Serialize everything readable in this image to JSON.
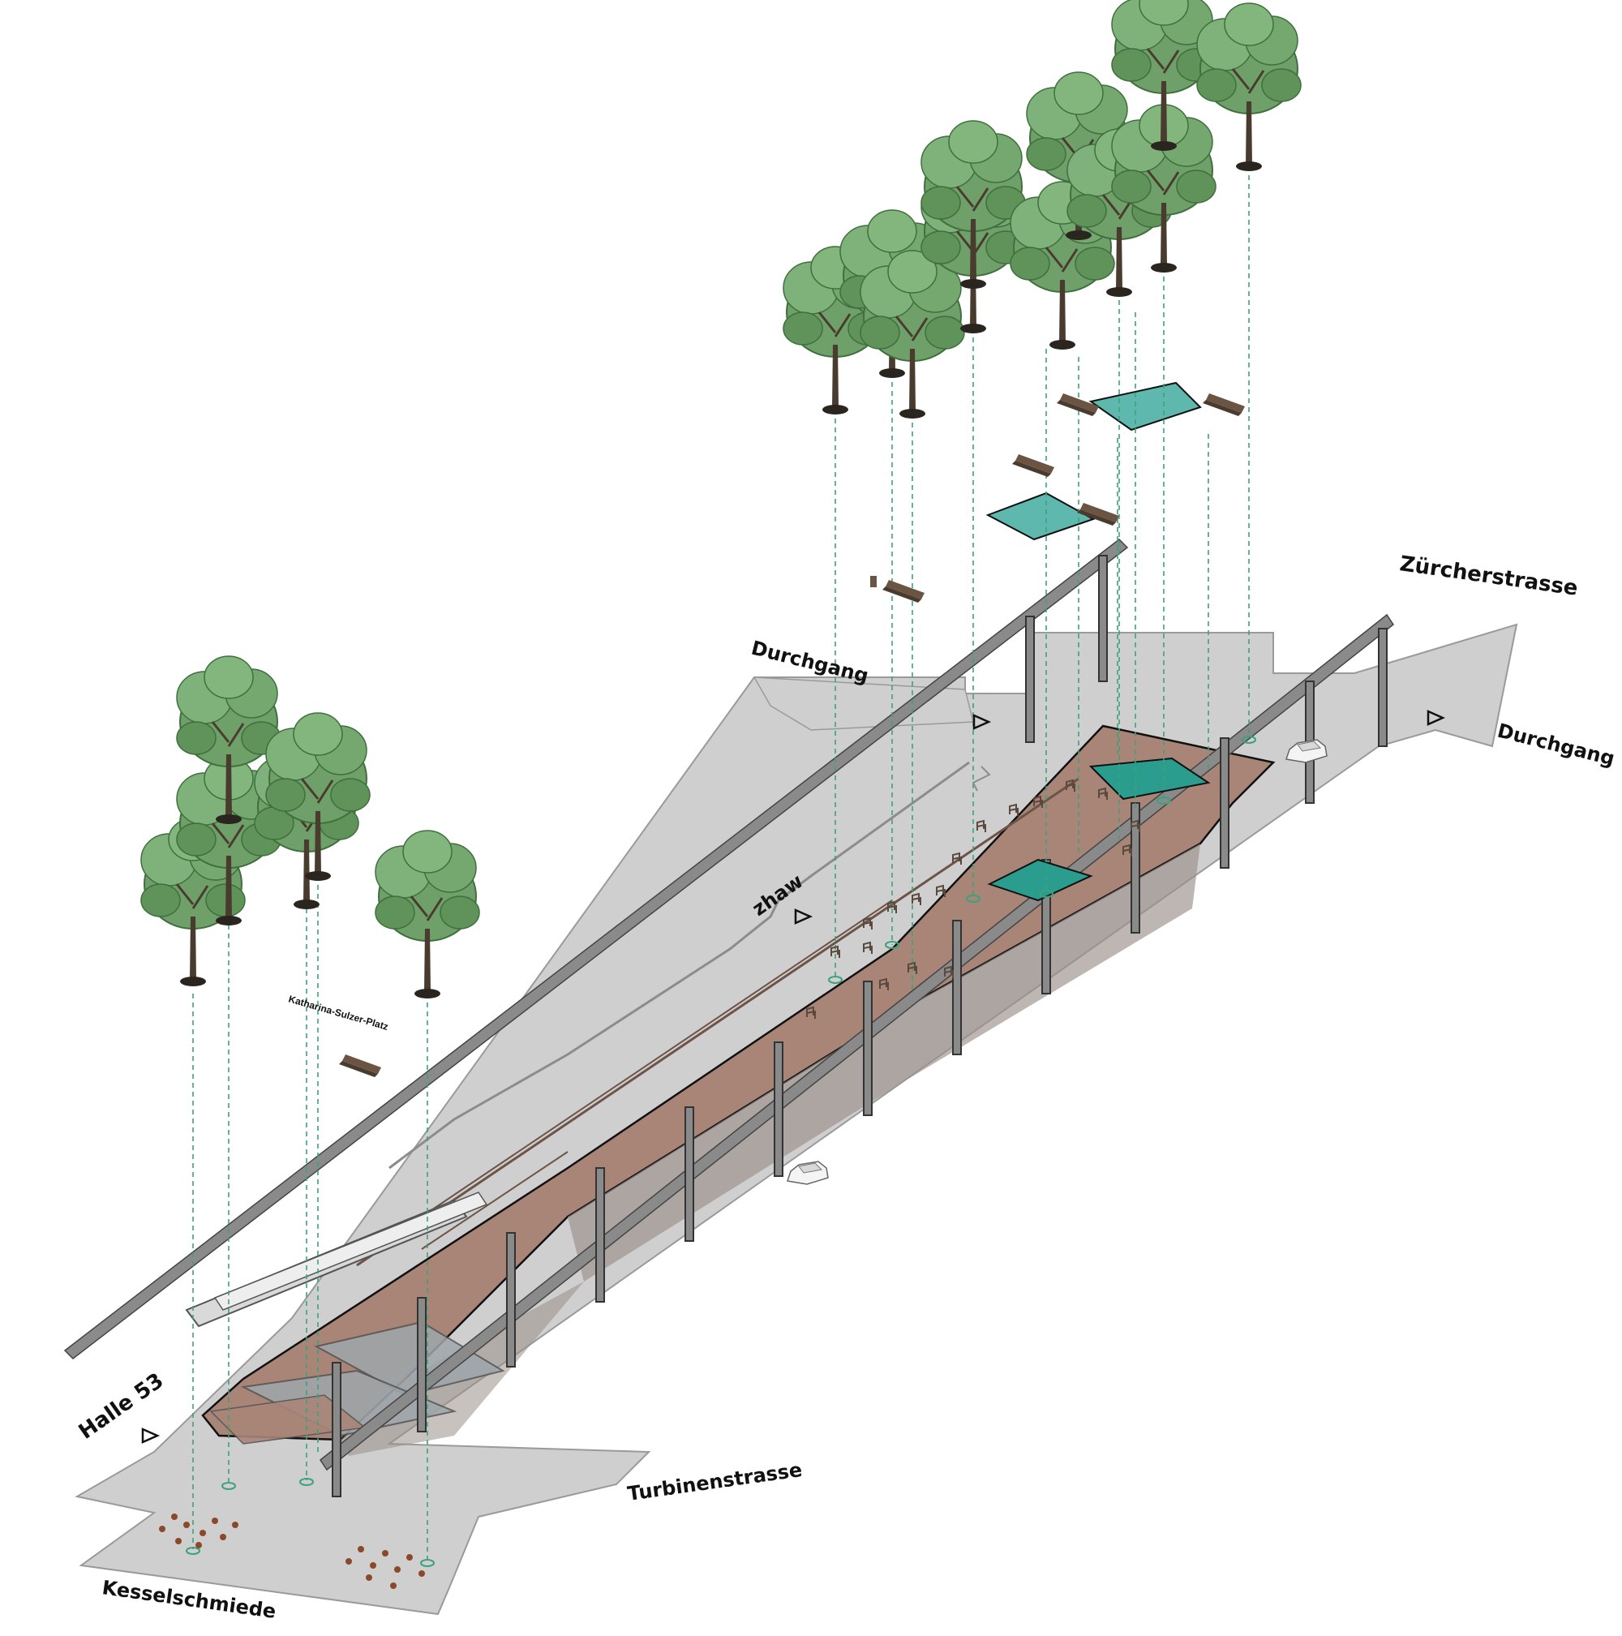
{
  "labels": {
    "zuercherstrasse": "Zürcherstrasse",
    "durchgang_west": "Durchgang",
    "durchgang_east": "Durchgang",
    "zhaw": "zhaw",
    "katharina": "Katharina-Sulzer-Platz",
    "halle53": "Halle 53",
    "turbinenstrasse": "Turbinenstrasse",
    "kesselschmiede": "Kesselschmiede"
  },
  "colors": {
    "ground": "#cfcfcf",
    "ground_stroke": "#9a9a9a",
    "platform": "#a98578",
    "water": "#2a9d8f",
    "water_light": "#5fb8ad",
    "tree_canopy": "#6fa06a",
    "tree_dark": "#3f6f3d",
    "trunk": "#4a3b2f",
    "beam": "#8a8a8a",
    "guide_line": "#3aa37a",
    "bench": "#4a3b2f",
    "gravel": "#8a4a2a"
  },
  "icons": [
    "tree-icon",
    "bench-icon",
    "car-icon",
    "entrance-arrow-icon",
    "chair-icon"
  ]
}
